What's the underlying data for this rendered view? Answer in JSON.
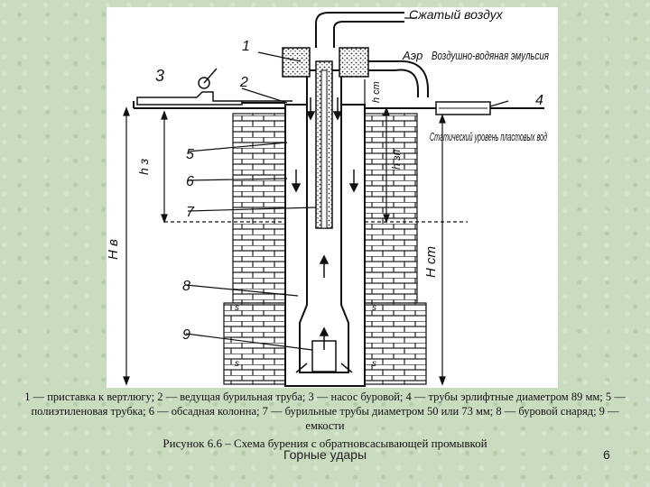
{
  "figure": {
    "labels": {
      "compressed_air": "Сжатый воздух",
      "aer": "Аэр",
      "air_water_emulsion": "Воздушно-водяная эмульсия",
      "static_level": "Статический уровень пластовых вод",
      "n1": "1",
      "n2": "2",
      "n3": "3",
      "n4": "4",
      "n5": "5",
      "n6": "6",
      "n7": "7",
      "n8": "8",
      "n9": "9",
      "h_z": "h з",
      "h_st_small": "h ст",
      "h_zp": "h зп",
      "H_v": "H в",
      "H_st": "H ст",
      "s_mark": "s"
    }
  },
  "caption": {
    "text": "1 — приставка к вертлюгу; 2 — ведущая бурильная труба; 3 — насос буровой; 4 — трубы эрлифтные диаметром 89 мм; 5 — полиэтиленовая трубка; 6 — обсадная колонна; 7 — бурильные трубы диаметром 50 или 73 мм; 8 — буровой снаряд; 9 — емкости",
    "title": "Рисунок 6.6 – Схема бурения с обратновсасывающей промывкой"
  },
  "footer": {
    "text": "Горные удары",
    "page_number": "6"
  }
}
